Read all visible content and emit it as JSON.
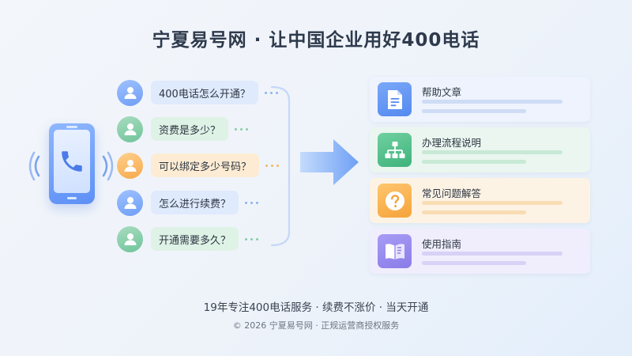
{
  "title": "宁夏易号网 · 让中国企业用好400电话",
  "questions": [
    {
      "text": "400电话怎么开通？",
      "color": "#6f9ef5"
    },
    {
      "text": "资费是多少？",
      "color": "#6fc49a"
    },
    {
      "text": "可以绑定多少号码？",
      "color": "#f7a94a"
    },
    {
      "text": "怎么进行续费？",
      "color": "#6f9ef5"
    },
    {
      "text": "开通需要多久？",
      "color": "#6fc49a"
    }
  ],
  "cards": [
    {
      "label": "帮助文章",
      "icon": "document-icon"
    },
    {
      "label": "办理流程说明",
      "icon": "flowchart-icon"
    },
    {
      "label": "常见问题解答",
      "icon": "question-icon"
    },
    {
      "label": "使用指南",
      "icon": "book-icon"
    }
  ],
  "tagline": "19年专注400电话服务  ·  续费不涨价  ·  当天开通",
  "footer": "© 2026 宁夏易号网 · 正规运营商授权服务",
  "colors": {
    "accent": "#5d8ff5",
    "title": "#2e3a4c"
  }
}
